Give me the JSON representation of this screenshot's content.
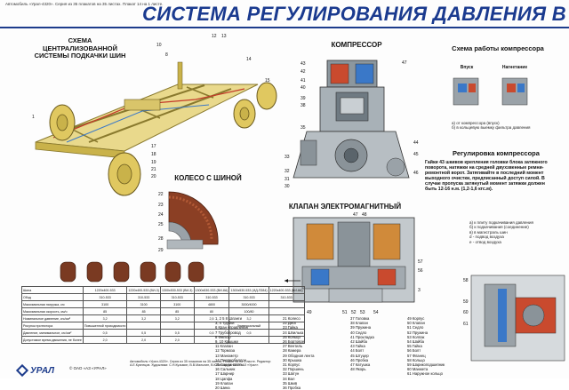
{
  "header": {
    "topline": "Автомобиль «Урал-4320». Серия из 35 плакатов на 35 листах. Плакат 14 на 1 листе.",
    "title": "СИСТЕМА РЕГУЛИРОВАНИЯ ДАВЛЕНИЯ В ШИНАХ"
  },
  "sections": {
    "scheme": "СХЕМА ЦЕНТРАЛИЗОВАННОЙ\nСИСТЕМЫ ПОДКАЧКИ ШИН",
    "compressor": "КОМПРЕССОР",
    "compressor_work": "Схема работы компрессора",
    "intake": "Впуск",
    "discharge": "Нагнетание",
    "regulation": "Регулировка компрессора",
    "wheel": "КОЛЕСО С ШИНОЙ",
    "valve": "КЛАПАН ЭЛЕКТРОМАГНИТНЫЙ"
  },
  "compressor_work_legend": [
    "а) от компрессора (впуск)",
    "б) в кольцевую выемку фильтра давления"
  ],
  "regulation_text": "Гайки 43 шкивов крепления головки блока затяжного поворота, натяжки на средней двухзвенные ремни-ремонтной ворот. Затягивайте в последний момент выходного очистки, предписанный доступ силой. В случае пропуска затянутый момент затяжки должен быть 12-16 н.м. (1,2-1,6 кгс.м).",
  "valve_legend": [
    "а) к плиту подкачивания давления",
    "б) к подкачивания (соединение)",
    "в) в магистраль шин",
    "d - подвод воздуха",
    "e - отвод воздуха"
  ],
  "table": {
    "rows": [
      [
        "Шина",
        "1220х400-533",
        "1220х400-533 (ВИ-3)",
        "1300х530-533 (ВИ-3)",
        "1300х530-533 (ВИ-8А)",
        "1300х530-533 (ИД-П284)",
        "1220х400-533 (ВИ-8А)"
      ],
      [
        "Обод",
        "310-533",
        "310-533",
        "310-533",
        "310-533",
        "310-533",
        "310-533"
      ],
      [
        "Максимальная нагрузка, кгс",
        "3100",
        "3100",
        "3100",
        "4800",
        "3000/4000",
        ""
      ],
      [
        "Максимальная скорость, км/ч",
        "85",
        "85",
        "85",
        "80",
        "100/80",
        ""
      ],
      [
        "Номинальное давление, кгс/см²",
        "3,2",
        "3,2",
        "3,2",
        "2,5",
        "3,2",
        ""
      ],
      [
        "Рисунок протектора",
        "Повышенной проходимости",
        "",
        "",
        "",
        "Универсальный",
        ""
      ],
      [
        "Давление, минимальное, кгс/см²",
        "0,5",
        "0,5",
        "0,5",
        "0,5",
        "0,5",
        ""
      ],
      [
        "Допустимое время движения, не более",
        "2,0",
        "2,0",
        "2,0",
        "",
        "",
        ""
      ]
    ]
  },
  "legend_col1": [
    "1, 2 5 8 Шланги",
    "3, 4 Трубки",
    "6 Кран управления",
    "7 Трубопровод",
    "8 Фильтр",
    "9, 10 Крышки",
    "11 Клапан",
    "12 Тормоза",
    "13 Манометр",
    "14 Пневмобаллон",
    "15 Соединитель",
    "16 Сальник",
    "17 Шарнир",
    "18 Цапфа",
    "19 Клапан",
    "20 Шина"
  ],
  "legend_col2": [
    "21 Колесо",
    "22 Диск",
    "23 Гайка",
    "24 Шпилька",
    "25 Кольцо",
    "26 Бортовое",
    "27 Вентиль",
    "28 Камера",
    "29 Ободная лента",
    "30 Крышка",
    "31 Корпус",
    "32 Поршень",
    "33 Шатун",
    "34 Вал",
    "35 Шкив",
    "36 Пробка"
  ],
  "legend_col3": [
    "37 Головка",
    "38 Клапан",
    "39 Пружина",
    "40 Седло",
    "41 Прокладка",
    "42 Шайба",
    "43 Гайка",
    "44 Болт",
    "45 Штуцер",
    "46 Пробка",
    "47 Катушка",
    "48 Якорь"
  ],
  "legend_col4": [
    "49 Корпус",
    "50 Клапан",
    "51 Седло",
    "52 Пружина",
    "53 Колпак",
    "54 Шайба",
    "55 Гайка",
    "56 Болт",
    "57 Фланец",
    "58 Кольцо",
    "59 Шарикоподшипник",
    "60 Манжета",
    "61 Наружное кольцо"
  ],
  "footer": {
    "copyright": "© ОАО «АЗ «УРАЛ»",
    "credits": "Автомобиль «Урал-4320». Серия из 35 плакатов на 35 листах. Плакат 14 на 1 листе. Редактор: А.Е.Кузнецов. Художники: С.Н.Кузьмин, В.В.Малыгин, В.К.Лисицина. ОАО «АЗ «Урал»."
  },
  "logo_text": "УРАЛ",
  "colors": {
    "title": "#1a3a8f",
    "frame": "#c9b24a",
    "tire": "#7a3a22",
    "metal": "#7f8a92",
    "air": "#3a78c8"
  }
}
